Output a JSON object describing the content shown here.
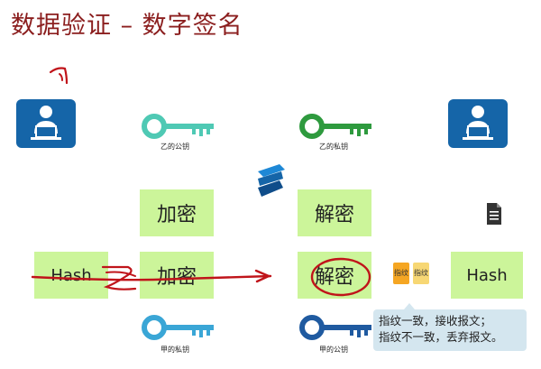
{
  "title": "数据验证 – 数字签名",
  "keys": {
    "top_left": {
      "label": "乙的公钥",
      "color": "#4fc9b4"
    },
    "top_right": {
      "label": "乙的私钥",
      "color": "#2e9a3e"
    },
    "bottom_left": {
      "label": "甲的私钥",
      "color": "#3aa6d6"
    },
    "bottom_right": {
      "label": "甲的公钥",
      "color": "#1f5aa0"
    }
  },
  "boxes": {
    "encrypt_top": "加密",
    "decrypt_top": "解密",
    "hash_left": "Hash",
    "encrypt_bottom": "加密",
    "decrypt_bottom": "解密",
    "hash_right": "Hash"
  },
  "fingerprints": {
    "chip1": "指纹",
    "chip2": "指纹"
  },
  "tooltip": {
    "line1": "指纹一致，接收报文；",
    "line2": "指纹不一致，丢弃报文。"
  },
  "colors": {
    "title": "#8b1e1e",
    "user_tile": "#1565a8",
    "box_green": "#ccf59a",
    "annotation_red": "#c0141a",
    "tooltip_bg": "#d4e6ef"
  }
}
